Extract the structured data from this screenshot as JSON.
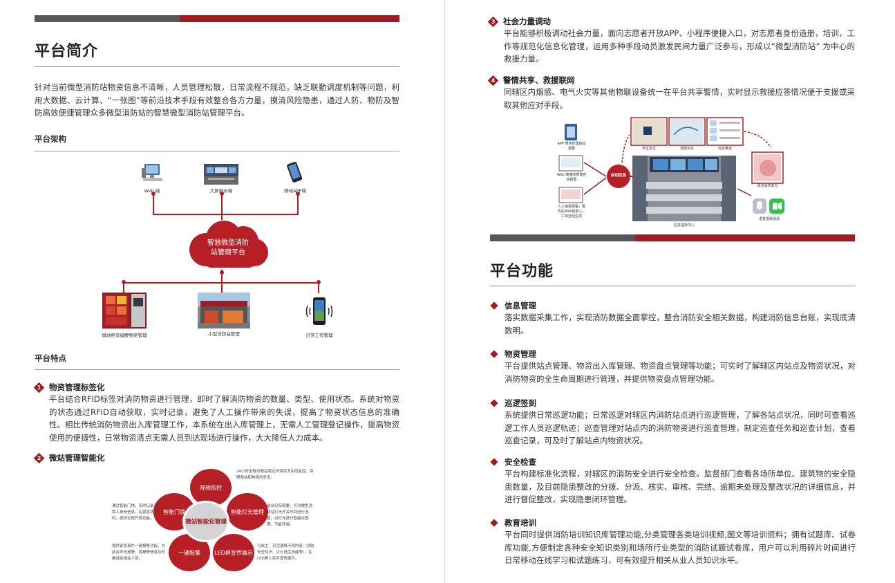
{
  "left": {
    "title": "平台简介",
    "intro": "针对当前微型消防站物资信息不清晰，人员管理松散，日常流程不规范，缺乏联勤调度机制等问题，利用大数据、云计算、“一张图”等前沿技术手段有效整合各方力量，摸清风险隐患，通过人防、物防及智防高效便捷管理众多微型消防站的智慧微型消防站管理平台。",
    "arch_heading": "平台架构",
    "arch": {
      "top_nodes": [
        "Web 端",
        "大屏展示端",
        "移动APP端"
      ],
      "cloud_lines": [
        "智慧微型消防",
        "站管理平台"
      ],
      "bottom_nodes": [
        "微站柜及微腰物资管理",
        "小型消防站管理",
        "日常工作管理"
      ]
    },
    "features_heading": "平台特点",
    "features": [
      {
        "num": "1",
        "title": "物资管理标签化",
        "text": "平台结合RFID标签对消防物资进行管理，即时了解消防物资的数量、类型、使用状态。系统对物资的状态通过RFID自动获取，实时记录，避免了人工操作带来的失误，提高了物资状态信息的准确性。相比传统消防物资出入库管理工作，本系统在出入库管理上，无需人工管理登记操作，提高物资使用的便捷性，日常物资清点无需人员到达现场进行操作，大大降低人力成本。"
      },
      {
        "num": "2",
        "title": "微站管理智能化",
        "text": ""
      }
    ],
    "wheel": {
      "center": "微站智能化管理",
      "petals": [
        "视频监控",
        "智能灯光管理",
        "LED屏宣传展示",
        "一键报警",
        "智能门锁"
      ],
      "notes": [
        "24小时全程对微站周边环境状况实时监控，保障微站和物资的安全；",
        "结合实际需要，可对微型消防站灯光开关时间进行设置，对灯光进行智能化管理，节能环保。",
        "可自主、灵活选择不同内容（消防安全知识、灭火逃生技能等），在LED屏上实时宣传展示。",
        "提供紧急事件一键报警功能，并结合声光报警，将报警信息及时推送给相关人员。",
        "通过智能门锁，实时记录开锁人身份信息，在紧急状况时，提供远程开锁功能。"
      ]
    }
  },
  "right": {
    "features": [
      {
        "num": "3",
        "title": "社会力量调动",
        "text": "平台能够积极调动社会力量，面向志愿者开放APP、小程序便捷入口，对志愿者身份造册，培训，工作等规范化信息化管理，运用多种手段动员激发民间力量广泛参与，形成以“微型消防站” 为中心的救援力量。"
      },
      {
        "num": "4",
        "title": "警情共享、救援联网",
        "text": "同辖区内烟感、电气火灾等其他物联设备统一在平台共享警情，实时显示救援应答情况便于支援或采取其他应对手段。"
      }
    ],
    "diagram": {
      "left_items": [
        "APP 微信管理自动报警",
        "Web 端接收报警自动报警",
        "人工接报报警，警员在Web端录入，工单自动生成"
      ],
      "center_button": "启动应急",
      "top_items": [
        "单位定位",
        "调度派车",
        "信息推送"
      ],
      "center_caption": "应急指挥中心",
      "right_items": [
        "周边消防单位",
        "语音视频通话"
      ]
    },
    "func_title": "平台功能",
    "functions": [
      {
        "title": "信息管理",
        "text": "落实数据采集工作，实现消防数据全面掌控，整合消防安全相关数据，构建消防信息台账，实现底清数明。"
      },
      {
        "title": "物资管理",
        "text": "平台提供站点管理、物资出入库管理、物资盘点管理等功能；可实时了解辖区内站点及物资状况，对消防物资的全生命周期进行管理，并提供物资盘点管理功能。"
      },
      {
        "title": "巡逻签到",
        "text": "系统提供日常巡逻功能；日常巡逻对辖区内消防站点进行巡逻管理，了解各站点状况，同时可查看巡逻工作人员巡逻轨迹；巡查管理对站点内的消防物资进行巡查管理，制定巡查任务和巡查计划，查看巡查记录，可及时了解站点内物资状况。"
      },
      {
        "title": "安全检查",
        "text": "平台构建标准化流程，对辖区的消防安全进行安全检查。监督部门查看各场所单位、建筑物的安全隐患数量，及目前隐患整改的分拨、分派、核实、审核、完结、逾期未处理及整改状况的详细信息，并进行督促整改，实现隐患闭环管理。"
      },
      {
        "title": "教育培训",
        "text": "平台同时提供消防培训知识库管理功能,分类管理各类培训视频,图文等培训资料；拥有试题库、试卷库功能,方便制定各种安全知识类别和场所行业类型的消防试题试卷库，用户可以利用碎片时间进行日常移动在线学习和试题练习，可有效提升相关从业人员知识水平。"
      }
    ]
  }
}
